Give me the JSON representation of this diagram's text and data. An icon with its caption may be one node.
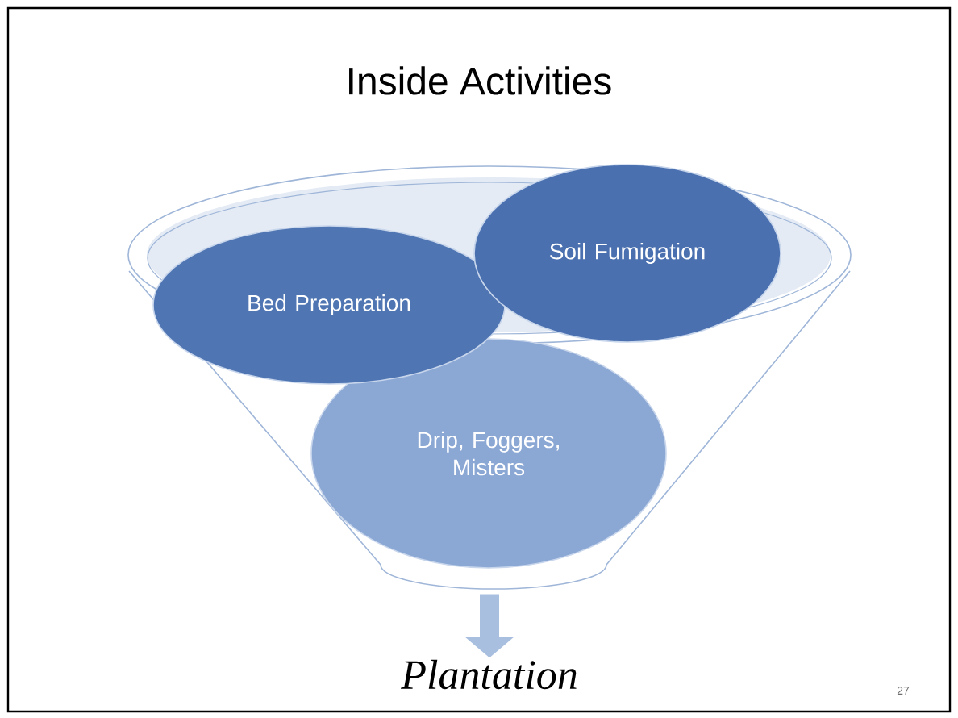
{
  "diagram": {
    "title": "Inside Activities",
    "nodes": [
      {
        "text": [],
        "shape": "funnel"
      },
      {
        "text": [
          "Bed Preparation"
        ],
        "in": 0
      },
      {
        "text": [
          "Soil Fumigation"
        ],
        "in": 0
      },
      {
        "text": [
          "Drip, Foggers, Misters"
        ],
        "in": 0
      },
      {
        "text": [
          "Plantation"
        ]
      }
    ],
    "edges": [
      {
        "from": 0,
        "to": 4,
        "arrow": "to"
      }
    ],
    "labels": [
      "27"
    ]
  }
}
